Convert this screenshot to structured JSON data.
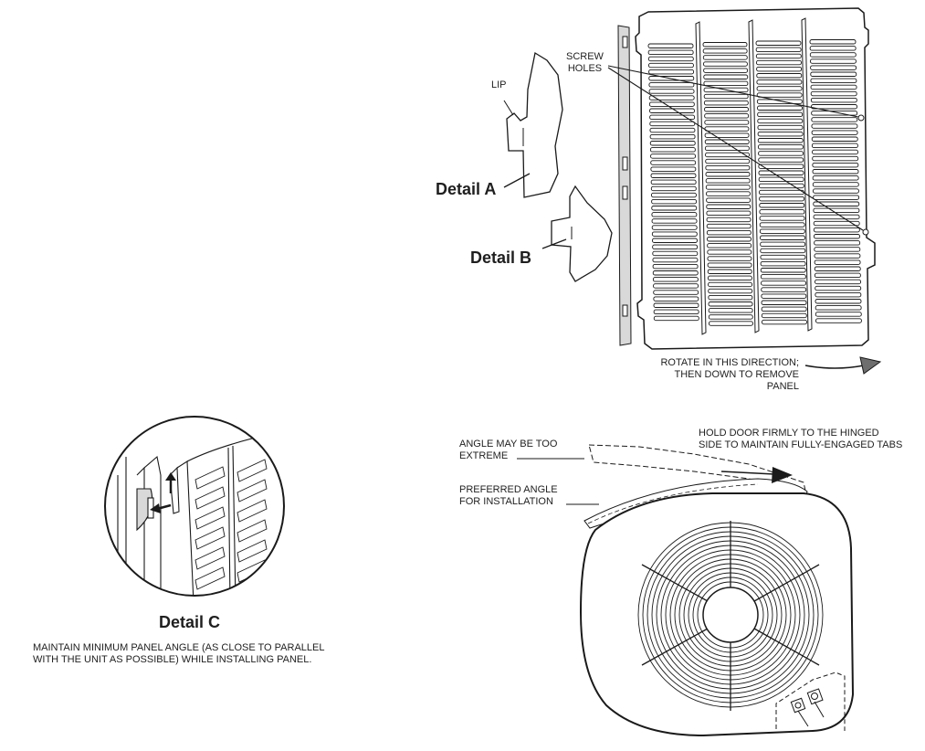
{
  "labels": {
    "screw_holes": "SCREW\nHOLES",
    "lip": "LIP",
    "detail_a": "Detail A",
    "detail_b": "Detail B",
    "rotate_note": "ROTATE IN THIS DIRECTION;\nTHEN DOWN TO REMOVE\nPANEL",
    "angle_extreme": "ANGLE MAY BE TOO\nEXTREME",
    "hold_door": "HOLD DOOR FIRMLY TO THE HINGED\nSIDE TO MAINTAIN FULLY-ENGAGED TABS",
    "preferred_angle": "PREFERRED ANGLE\nFOR INSTALLATION",
    "detail_c": "Detail C",
    "maintain_note": "MAINTAIN MINIMUM PANEL ANGLE (AS CLOSE TO PARALLEL\nWITH THE UNIT AS POSSIBLE) WHILE INSTALLING PANEL."
  },
  "icons": {
    "panel": "louvered-panel-illustration",
    "detail_a": "lip-detail-illustration",
    "detail_b": "tab-detail-illustration",
    "detail_c": "magnified-hinge-circle",
    "unit": "condenser-unit-top-view",
    "fan_guard": "fan-grille",
    "arrow": "direction-arrow"
  },
  "colors": {
    "line": "#1a1a1a",
    "rail": "#d9d9d9",
    "background": "#ffffff"
  }
}
